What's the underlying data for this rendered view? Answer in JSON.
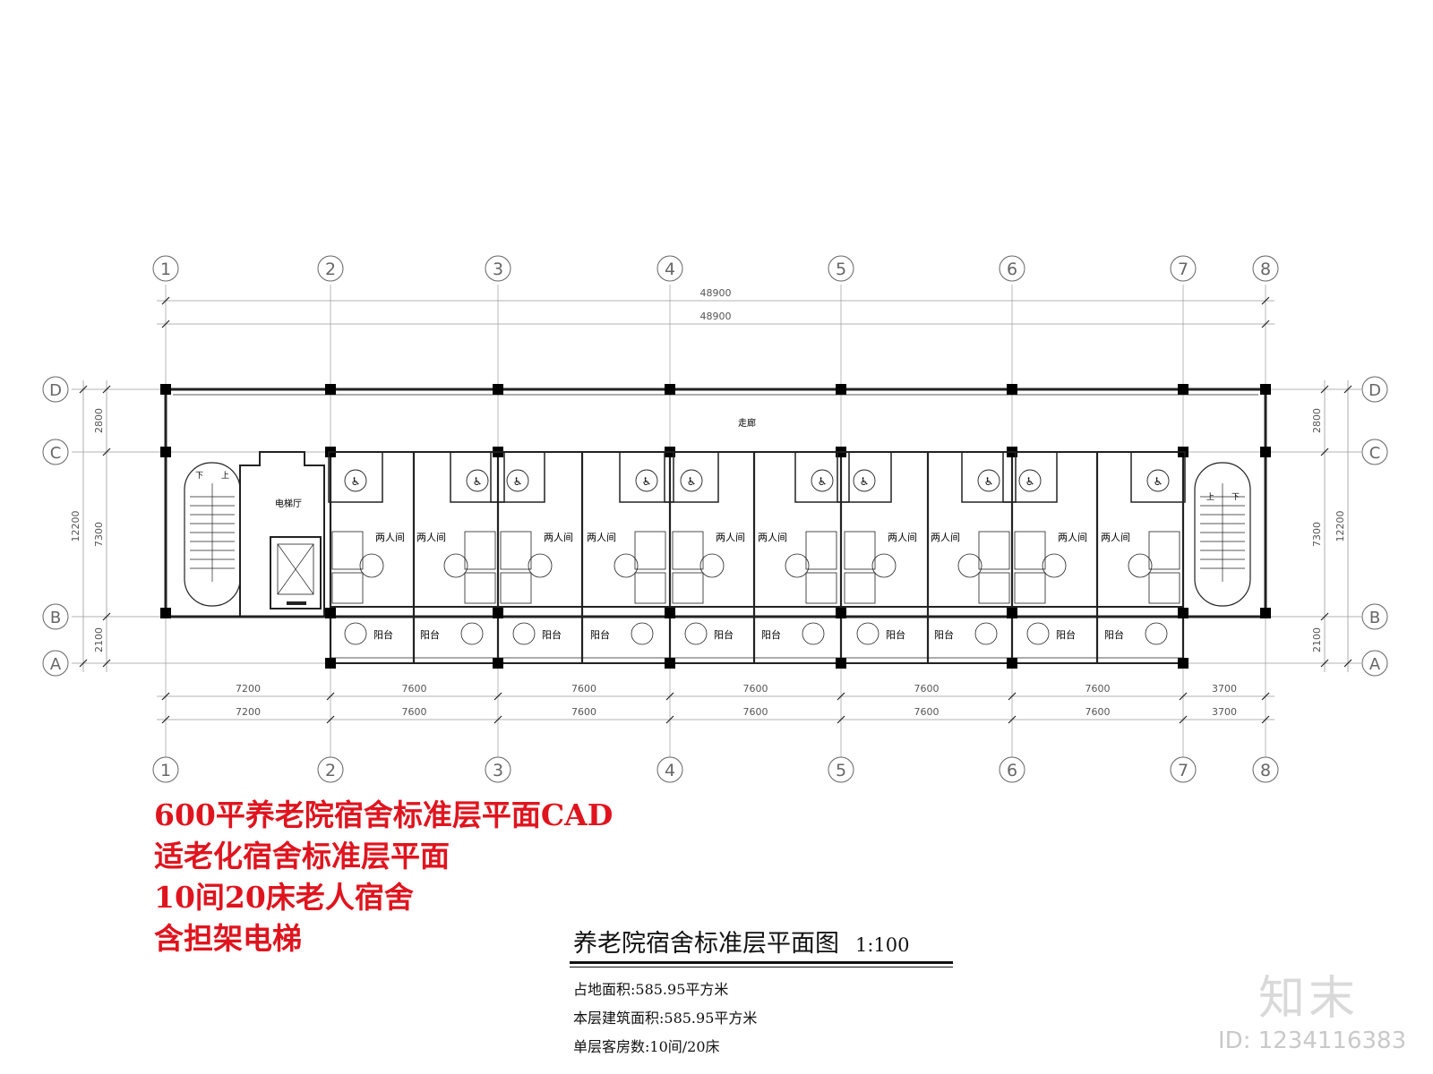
{
  "grid": {
    "columns": [
      "1",
      "2",
      "3",
      "4",
      "5",
      "6",
      "7",
      "8"
    ],
    "rows": [
      "D",
      "C",
      "B",
      "A"
    ]
  },
  "dimensions": {
    "total": "48900",
    "spans": [
      "7200",
      "7600",
      "7600",
      "7600",
      "7600",
      "7600",
      "3700"
    ],
    "row_spans": [
      "2800",
      "7300",
      "2100"
    ],
    "total_depth": "12200"
  },
  "rooms": {
    "corridor": "走廊",
    "elevator_hall": "电梯厅",
    "double_room": "两人间",
    "balcony": "阳台",
    "stair_down": "下",
    "stair_up": "上"
  },
  "promo_lines": [
    "600平养老院宿舍标准层平面CAD",
    "适老化宿舍标准层平面",
    "10间20床老人宿舍",
    "含担架电梯"
  ],
  "drawing_title": "养老院宿舍标准层平面图",
  "scale": "1:100",
  "stats": [
    "占地面积:585.95平方米",
    "本层建筑面积:585.95平方米",
    "单层客房数:10间/20床"
  ],
  "logo_text": "知末",
  "image_id": "ID: 1234116383",
  "colors": {
    "promo": "#e0141e",
    "line": "#222222",
    "grid": "#9a9a9a",
    "watermark": "#d9d9d9"
  }
}
